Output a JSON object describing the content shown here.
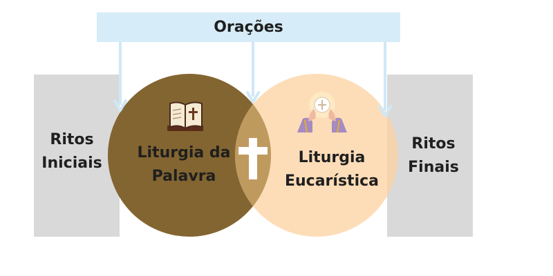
{
  "banner": {
    "title": "Orações"
  },
  "left_box": {
    "line1": "Ritos",
    "line2": "Iniciais"
  },
  "right_box": {
    "line1": "Ritos",
    "line2": "Finais"
  },
  "left_circle": {
    "line1": "Liturgia da",
    "line2": "Palavra"
  },
  "right_circle": {
    "line1": "Liturgia",
    "line2": "Eucarística"
  },
  "icons": {
    "left_circle": "open-bible-icon",
    "right_circle": "eucharist-host-icon",
    "overlap": "cross-icon"
  },
  "colors": {
    "banner": "#d6ecf8",
    "side_boxes": "#d9d9d9",
    "left_circle": "#836531",
    "right_circle": "#fcd2a0",
    "overlap": "#bf9a5f",
    "arrows": "#cfe8f6"
  }
}
